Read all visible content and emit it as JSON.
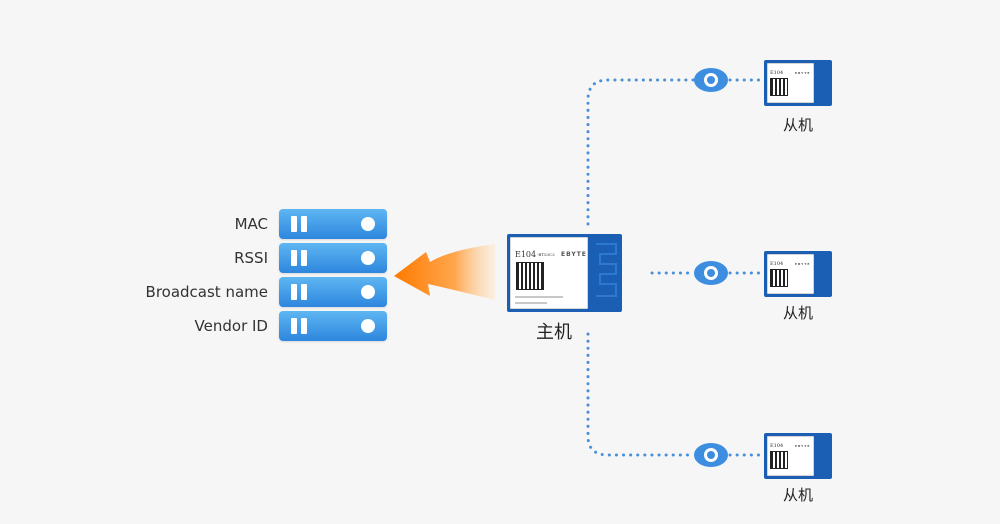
{
  "fields": [
    {
      "label": "MAC"
    },
    {
      "label": "RSSI"
    },
    {
      "label": "Broadcast name"
    },
    {
      "label": "Vendor ID"
    }
  ],
  "master": {
    "label": "主机",
    "module_model": "E104",
    "module_chip": "-BT53C3",
    "module_brand": "EBYTE"
  },
  "slaves": [
    {
      "label": "从机",
      "module_model": "E104",
      "module_brand": "EBYTE"
    },
    {
      "label": "从机",
      "module_model": "E104",
      "module_brand": "EBYTE"
    },
    {
      "label": "从机",
      "module_model": "E104",
      "module_brand": "EBYTE"
    }
  ],
  "colors": {
    "link": "#4a90d9",
    "eye": "#3d8ee0",
    "arrow_start": "#ff7a00",
    "arrow_end": "#ffd9a8",
    "rack_top": "#5eb6f2",
    "rack_bottom": "#2e86de",
    "board": "#1a5fb4"
  },
  "icons": {
    "rack": "server-rack-icon",
    "eye": "eye-icon",
    "arrow": "orange-arrow-icon"
  }
}
